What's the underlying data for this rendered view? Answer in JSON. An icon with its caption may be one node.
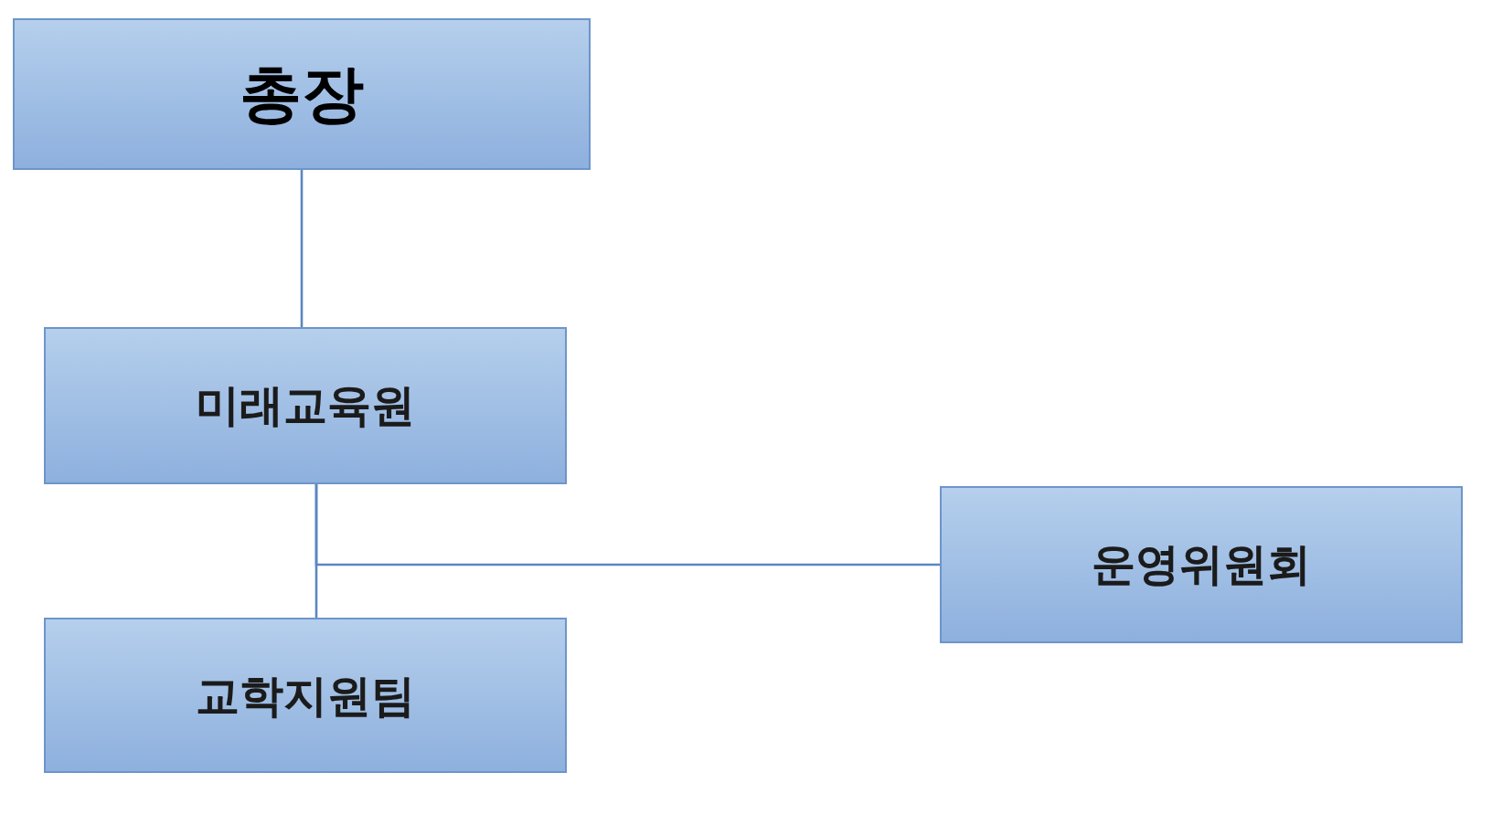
{
  "diagram": {
    "nodes": [
      {
        "text": [
          "총장"
        ]
      },
      {
        "text": [
          "미래교육원"
        ]
      },
      {
        "text": [
          "운영위원회"
        ]
      },
      {
        "text": [
          "교학지원팀"
        ]
      }
    ],
    "edges": [
      {
        "from": 0,
        "to": 1,
        "arrow": "none"
      },
      {
        "from": 1,
        "to": 3,
        "arrow": "none"
      },
      {
        "from": 1,
        "to": 2,
        "arrow": "none"
      }
    ]
  }
}
